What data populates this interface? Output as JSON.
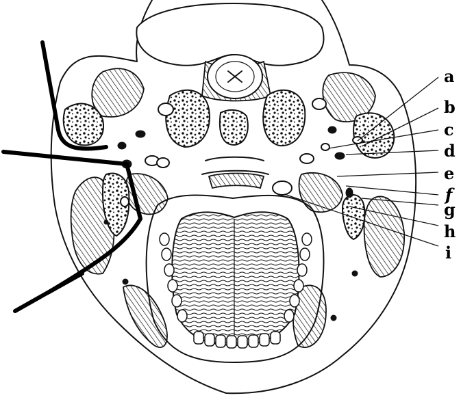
{
  "figure": {
    "labels": [
      "a",
      "b",
      "c",
      "d",
      "e",
      "f",
      "g",
      "h",
      "i"
    ]
  },
  "colors": {
    "ink": "#111111",
    "paper": "#ffffff"
  }
}
